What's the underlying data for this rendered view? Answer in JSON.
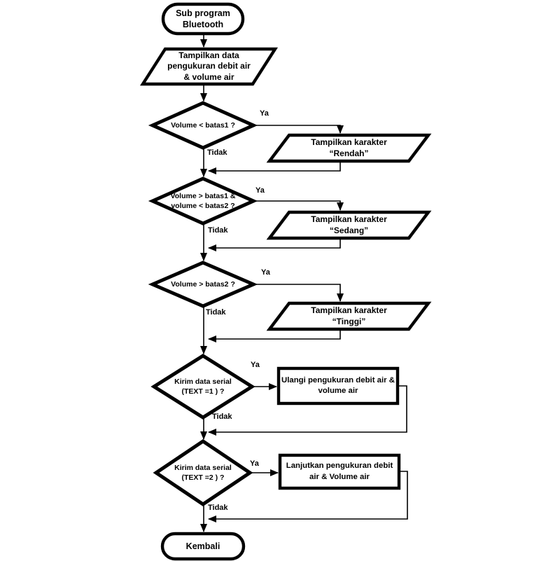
{
  "colors": {
    "stroke": "#000000",
    "fill": "#ffffff"
  },
  "nodes": {
    "start": {
      "type": "terminator",
      "label": "Sub program\nBluetooth"
    },
    "display_data": {
      "type": "input_output",
      "label": "Tampilkan data\npengukuran debit air\n& volume air"
    },
    "check_low": {
      "type": "decision",
      "label": "Volume < batas1 ?"
    },
    "show_rendah": {
      "type": "input_output",
      "label": "Tampilkan karakter\n“Rendah”"
    },
    "check_mid": {
      "type": "decision",
      "label": "Volume > batas1 &\nvolume < batas2 ?"
    },
    "show_sedang": {
      "type": "input_output",
      "label": "Tampilkan karakter\n“Sedang”"
    },
    "check_high": {
      "type": "decision",
      "label": "Volume > batas2 ?"
    },
    "show_tinggi": {
      "type": "input_output",
      "label": "Tampilkan karakter\n“Tinggi”"
    },
    "check_text1": {
      "type": "decision",
      "label": "Kirim data serial\n(TEXT =1 ) ?"
    },
    "repeat_measure": {
      "type": "process",
      "label": "Ulangi pengukuran debit air &\nvolume air"
    },
    "check_text2": {
      "type": "decision",
      "label": "Kirim data serial\n(TEXT =2 ) ?"
    },
    "continue_measure": {
      "type": "process",
      "label": "Lanjutkan pengukuran debit\nair & Volume air"
    },
    "end": {
      "type": "terminator",
      "label": "Kembali"
    }
  },
  "edge_labels": {
    "yes": "Ya",
    "no": "Tidak"
  }
}
